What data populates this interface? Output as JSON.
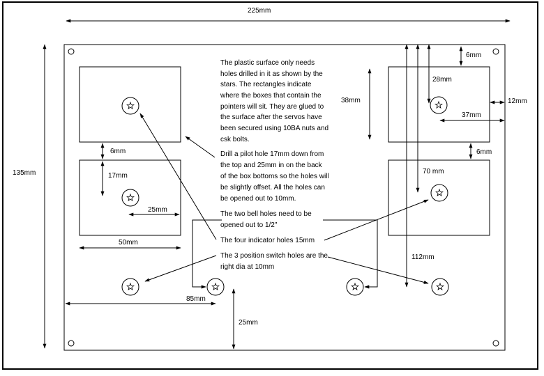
{
  "dimensions": {
    "width_total": "225mm",
    "height_total": "135mm",
    "gap_6mm_left": "6mm",
    "d_17mm": "17mm",
    "d_25mm_box": "25mm",
    "d_50mm": "50mm",
    "d_85mm": "85mm",
    "d_25mm_bottom": "25mm",
    "d_6mm_top_right": "6mm",
    "d_28mm": "28mm",
    "d_38mm": "38mm",
    "d_12mm": "12mm",
    "d_37mm": "37mm",
    "gap_6mm_right": "6mm",
    "d_70mm": "70 mm",
    "d_112mm": "112mm"
  },
  "notes": {
    "plastic_surface": [
      "The plastic surface only needs",
      "holes drilled in it as shown by the",
      "stars. The rectangles indicate",
      "where the boxes that contain the",
      "pointers will sit.  They are glued to",
      "the surface after the servos have",
      "been secured using 10BA nuts and",
      "csk bolts."
    ],
    "pilot_hole": [
      "Drill a pilot hole 17mm down from",
      "the top and 25mm in on the back",
      "of the box bottoms so the holes will",
      "be slightly offset. All the holes can",
      "be opened out to 10mm."
    ],
    "bell_holes": [
      "The two bell holes need to be",
      "opened out to 1/2\""
    ],
    "indicator_holes": "The four indicator holes 15mm",
    "switch_holes": [
      "The 3 position switch holes are the",
      "right dia at 10mm"
    ]
  },
  "icons": {
    "hole_marker": "star-icon",
    "mounting_hole": "circle-icon"
  }
}
